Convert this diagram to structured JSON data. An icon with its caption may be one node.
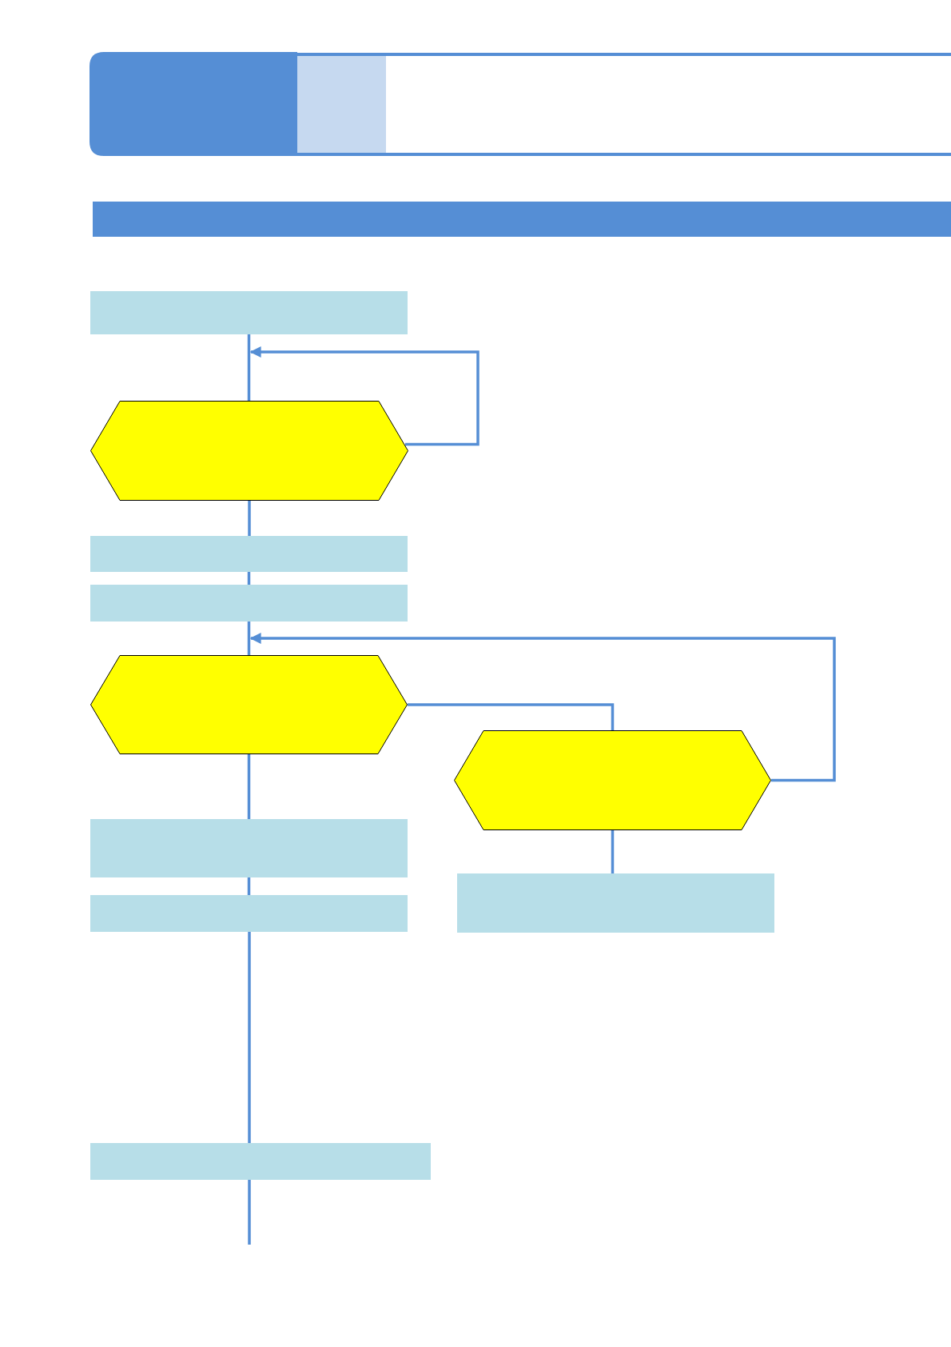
{
  "diagram": {
    "nodes": [
      {
        "text": [],
        "shape": "box"
      },
      {
        "text": [],
        "shape": "hexagon"
      },
      {
        "text": [],
        "shape": "box"
      },
      {
        "text": [],
        "shape": "box"
      },
      {
        "text": [],
        "shape": "hexagon"
      },
      {
        "text": [],
        "shape": "hexagon"
      },
      {
        "text": [],
        "shape": "box"
      },
      {
        "text": [],
        "shape": "box"
      },
      {
        "text": [],
        "shape": "box"
      },
      {
        "text": [],
        "shape": "box"
      }
    ],
    "edges": [
      {
        "from": 0,
        "to": 1,
        "arrow": "none"
      },
      {
        "from": 1,
        "to": 0,
        "arrow": "to"
      },
      {
        "from": 1,
        "to": 2,
        "arrow": "none"
      },
      {
        "from": 2,
        "to": 3,
        "arrow": "none"
      },
      {
        "from": 3,
        "to": 4,
        "arrow": "none"
      },
      {
        "from": 5,
        "to": 4,
        "arrow": "to"
      },
      {
        "from": 4,
        "to": 5,
        "arrow": "none"
      },
      {
        "from": 4,
        "to": 6,
        "arrow": "none"
      },
      {
        "from": 6,
        "to": 7,
        "arrow": "none"
      },
      {
        "from": 5,
        "to": 8,
        "arrow": "none"
      },
      {
        "from": 7,
        "to": 9,
        "arrow": "none"
      },
      {
        "from": 9,
        "to": null,
        "arrow": "none"
      }
    ]
  }
}
